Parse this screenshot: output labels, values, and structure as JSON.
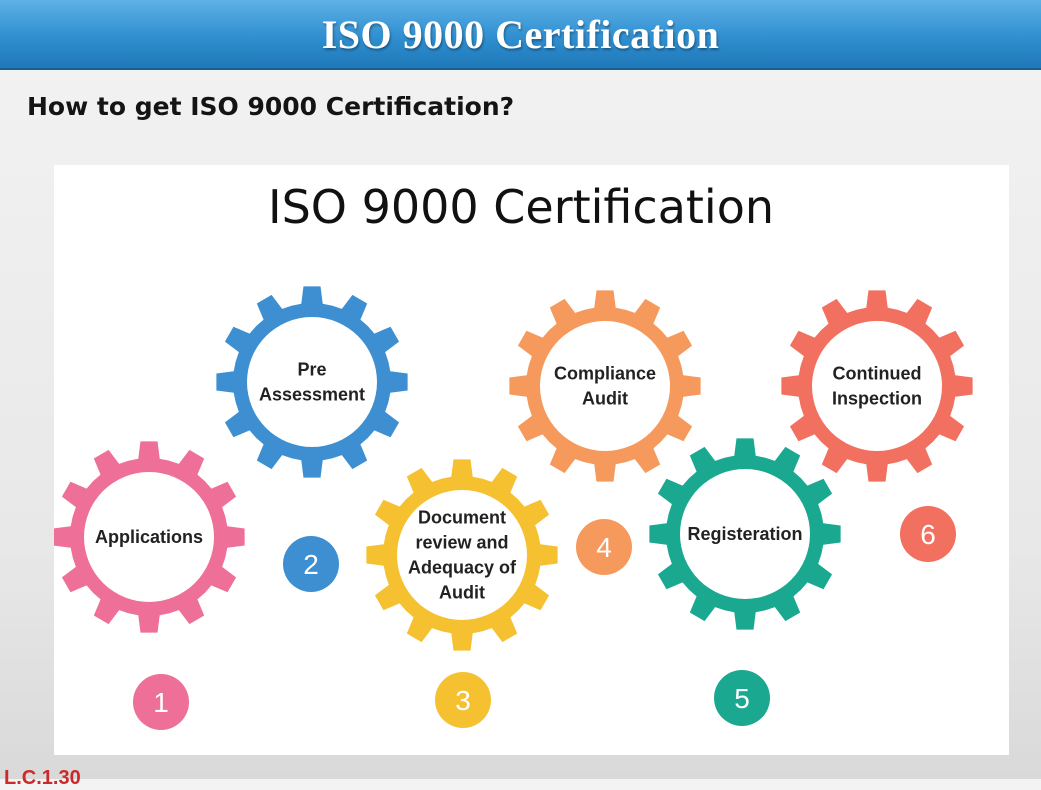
{
  "header": {
    "title": "ISO 9000 Certification"
  },
  "question": "How to get ISO 9000 Certification?",
  "figure": {
    "title": "ISO 9000 Certification",
    "steps": [
      {
        "number": "1",
        "lines": [
          "Applications"
        ],
        "color": "#ee6f97"
      },
      {
        "number": "2",
        "lines": [
          "Pre",
          "Assessment"
        ],
        "color": "#3d8fd2"
      },
      {
        "number": "3",
        "lines": [
          "Document",
          "review and",
          "Adequacy of",
          "Audit"
        ],
        "color": "#f5c130"
      },
      {
        "number": "4",
        "lines": [
          "Compliance",
          "Audit"
        ],
        "color": "#f59a5c"
      },
      {
        "number": "5",
        "lines": [
          "Registeration"
        ],
        "color": "#1aa890"
      },
      {
        "number": "6",
        "lines": [
          "Continued",
          "Inspection"
        ],
        "color": "#f2705f"
      }
    ]
  },
  "footer": {
    "text": "L.C.1.30"
  }
}
